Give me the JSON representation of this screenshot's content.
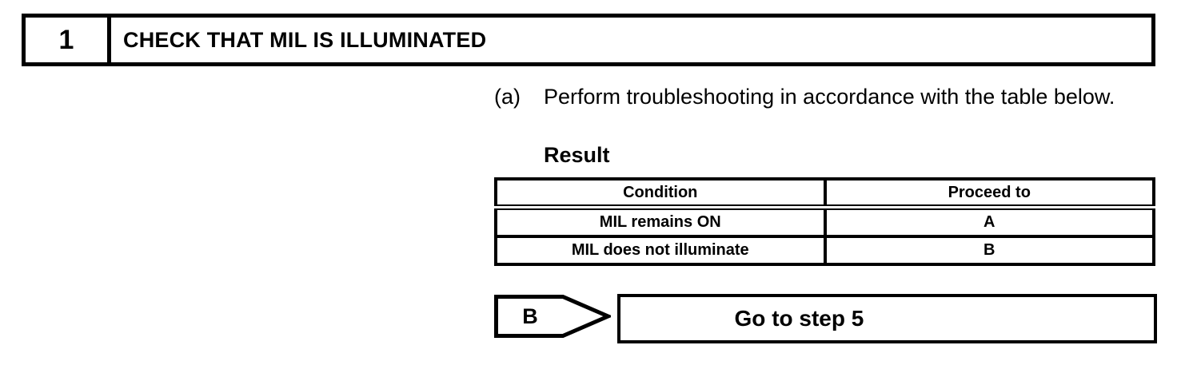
{
  "colors": {
    "ink": "#000000",
    "paper": "#ffffff"
  },
  "step_header": {
    "number": "1",
    "title": "CHECK THAT MIL IS ILLUMINATED"
  },
  "instruction": {
    "marker": "(a)",
    "text": "Perform troubleshooting in accordance with the table below.",
    "result_label": "Result"
  },
  "result_table": {
    "columns": [
      "Condition",
      "Proceed to"
    ],
    "rows": [
      {
        "condition": "MIL remains ON",
        "proceed_to": "A"
      },
      {
        "condition": "MIL does not illuminate",
        "proceed_to": "B"
      }
    ]
  },
  "flow": {
    "branch_label": "B",
    "action": "Go to step 5"
  }
}
